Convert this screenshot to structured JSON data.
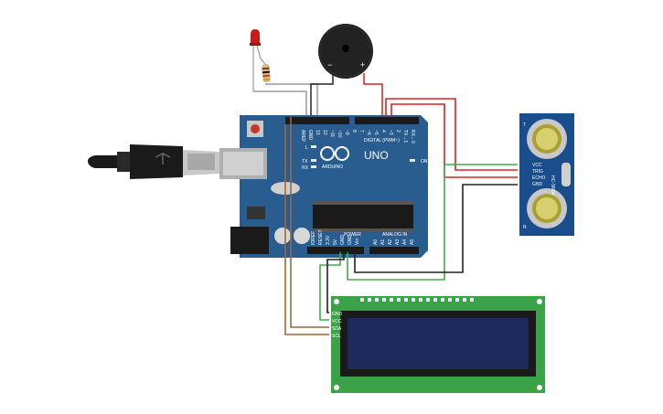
{
  "canvas": {
    "background": "#ffffff"
  },
  "arduino": {
    "brand": "ARDUINO",
    "model": "UNO",
    "digital_label": "DIGITAL (PWM~)",
    "power_label": "POWER",
    "analog_label": "ANALOG IN",
    "on_label": "ON",
    "led_labels": [
      "L",
      "TX",
      "RX"
    ],
    "top_pins": [
      "AREF",
      "GND",
      "13",
      "12",
      "~11",
      "~10",
      "~9",
      "8",
      "7",
      "~6",
      "~5",
      "4",
      "~3",
      "2",
      "TX→1",
      "RX←0"
    ],
    "power_pins": [
      "IOREF",
      "RESET",
      "3.3V",
      "5V",
      "GND",
      "GND",
      "Vin"
    ],
    "analog_pins": [
      "A0",
      "A1",
      "A2",
      "A3",
      "A4",
      "A5"
    ],
    "board_color": "#2a5d8f"
  },
  "ultrasonic": {
    "model": "HC-SR04",
    "pins": [
      "VCC",
      "TRIG",
      "ECHO",
      "GND"
    ],
    "t_label": "T",
    "r_label": "R",
    "color": "#1a4d8c"
  },
  "lcd": {
    "pins": [
      "GND",
      "VCC",
      "SDA",
      "SCL"
    ],
    "board_color": "#3aa34a",
    "screen_color": "#1e2a5c"
  },
  "buzzer": {
    "minus_label": "−",
    "plus_label": "+"
  },
  "wire_colors": {
    "red": "#d8231f",
    "black": "#222222",
    "green": "#3db24a",
    "brown": "#a0673a",
    "gray": "#9a9a9a"
  }
}
